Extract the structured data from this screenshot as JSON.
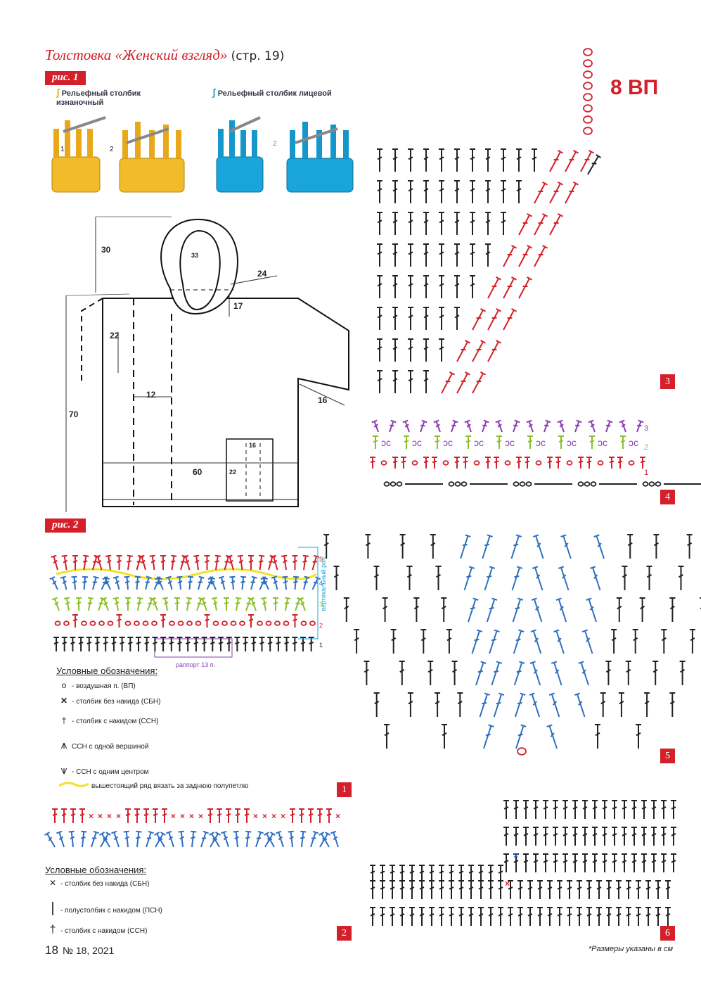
{
  "header": {
    "title": "Толстовка «Женский взгляд»",
    "page_ref": "(стр. 19)"
  },
  "figures": {
    "fig1_label": "рис. 1",
    "fig2_label": "рис. 2"
  },
  "stitch_labels": {
    "purl_post": "Рельефный столбик изнаночный",
    "knit_post": "Рельефный столбик лицевой",
    "step1": "1",
    "step2": "2"
  },
  "pattern_dims": {
    "hood_height": "30",
    "hood_width": "33",
    "shoulder": "24",
    "neck_depth": "17",
    "armhole": "22",
    "body_length": "70",
    "placket": "12",
    "sleeve": "16",
    "width": "60",
    "pocket_w": "16",
    "pocket_h": "22"
  },
  "chart2": {
    "rows": [
      "1",
      "2",
      "3",
      "4",
      "5"
    ],
    "rapport": "раппорт 13 п.",
    "vertical_rapport": "вертикальный рап"
  },
  "legend1": {
    "title": "Условные обозначения:",
    "items": [
      {
        "icon": "chain-icon",
        "glyph": "o",
        "text": "- воздушная п. (ВП)"
      },
      {
        "icon": "single-crochet-icon",
        "glyph": "✕",
        "text": "- столбик без накида (СБН)"
      },
      {
        "icon": "double-crochet-icon",
        "glyph": "†",
        "text": "- столбик с накидом (ССН)"
      },
      {
        "icon": "dc-one-top-icon",
        "glyph": "⩚",
        "text": "ССН с одной вершиной"
      },
      {
        "icon": "dc-one-center-icon",
        "glyph": "⩛",
        "text": "- ССН с одним центром"
      },
      {
        "icon": "back-loop-icon",
        "glyph": "",
        "text": "вышестоящий ряд вязать за заднюю полупетлю"
      }
    ]
  },
  "legend2": {
    "title": "Условные обозначения:",
    "items": [
      {
        "icon": "single-crochet-icon",
        "glyph": "✕",
        "text": "- столбик без накида (СБН)"
      },
      {
        "icon": "half-double-crochet-icon",
        "glyph": "|",
        "text": "- полустолбик с накидом (ПСН)"
      },
      {
        "icon": "double-crochet-icon",
        "glyph": "†",
        "text": "- столбик с накидом (ССН)"
      }
    ]
  },
  "chart3": {
    "chain_label": "8 ВП"
  },
  "chart4": {
    "rows": [
      "1",
      "2",
      "3"
    ]
  },
  "chart_numbers": [
    "1",
    "2",
    "3",
    "4",
    "5",
    "6"
  ],
  "footer": {
    "page": "18",
    "issue": "№ 18, 2021",
    "note": "*Размеры указаны в см"
  },
  "colors": {
    "accent_red": "#d4202a",
    "blue": "#2e6fc0",
    "green": "#8cbf2a",
    "purple": "#8a3fb0",
    "yellow": "#e8b31a",
    "cyan": "#1aa4dc"
  }
}
